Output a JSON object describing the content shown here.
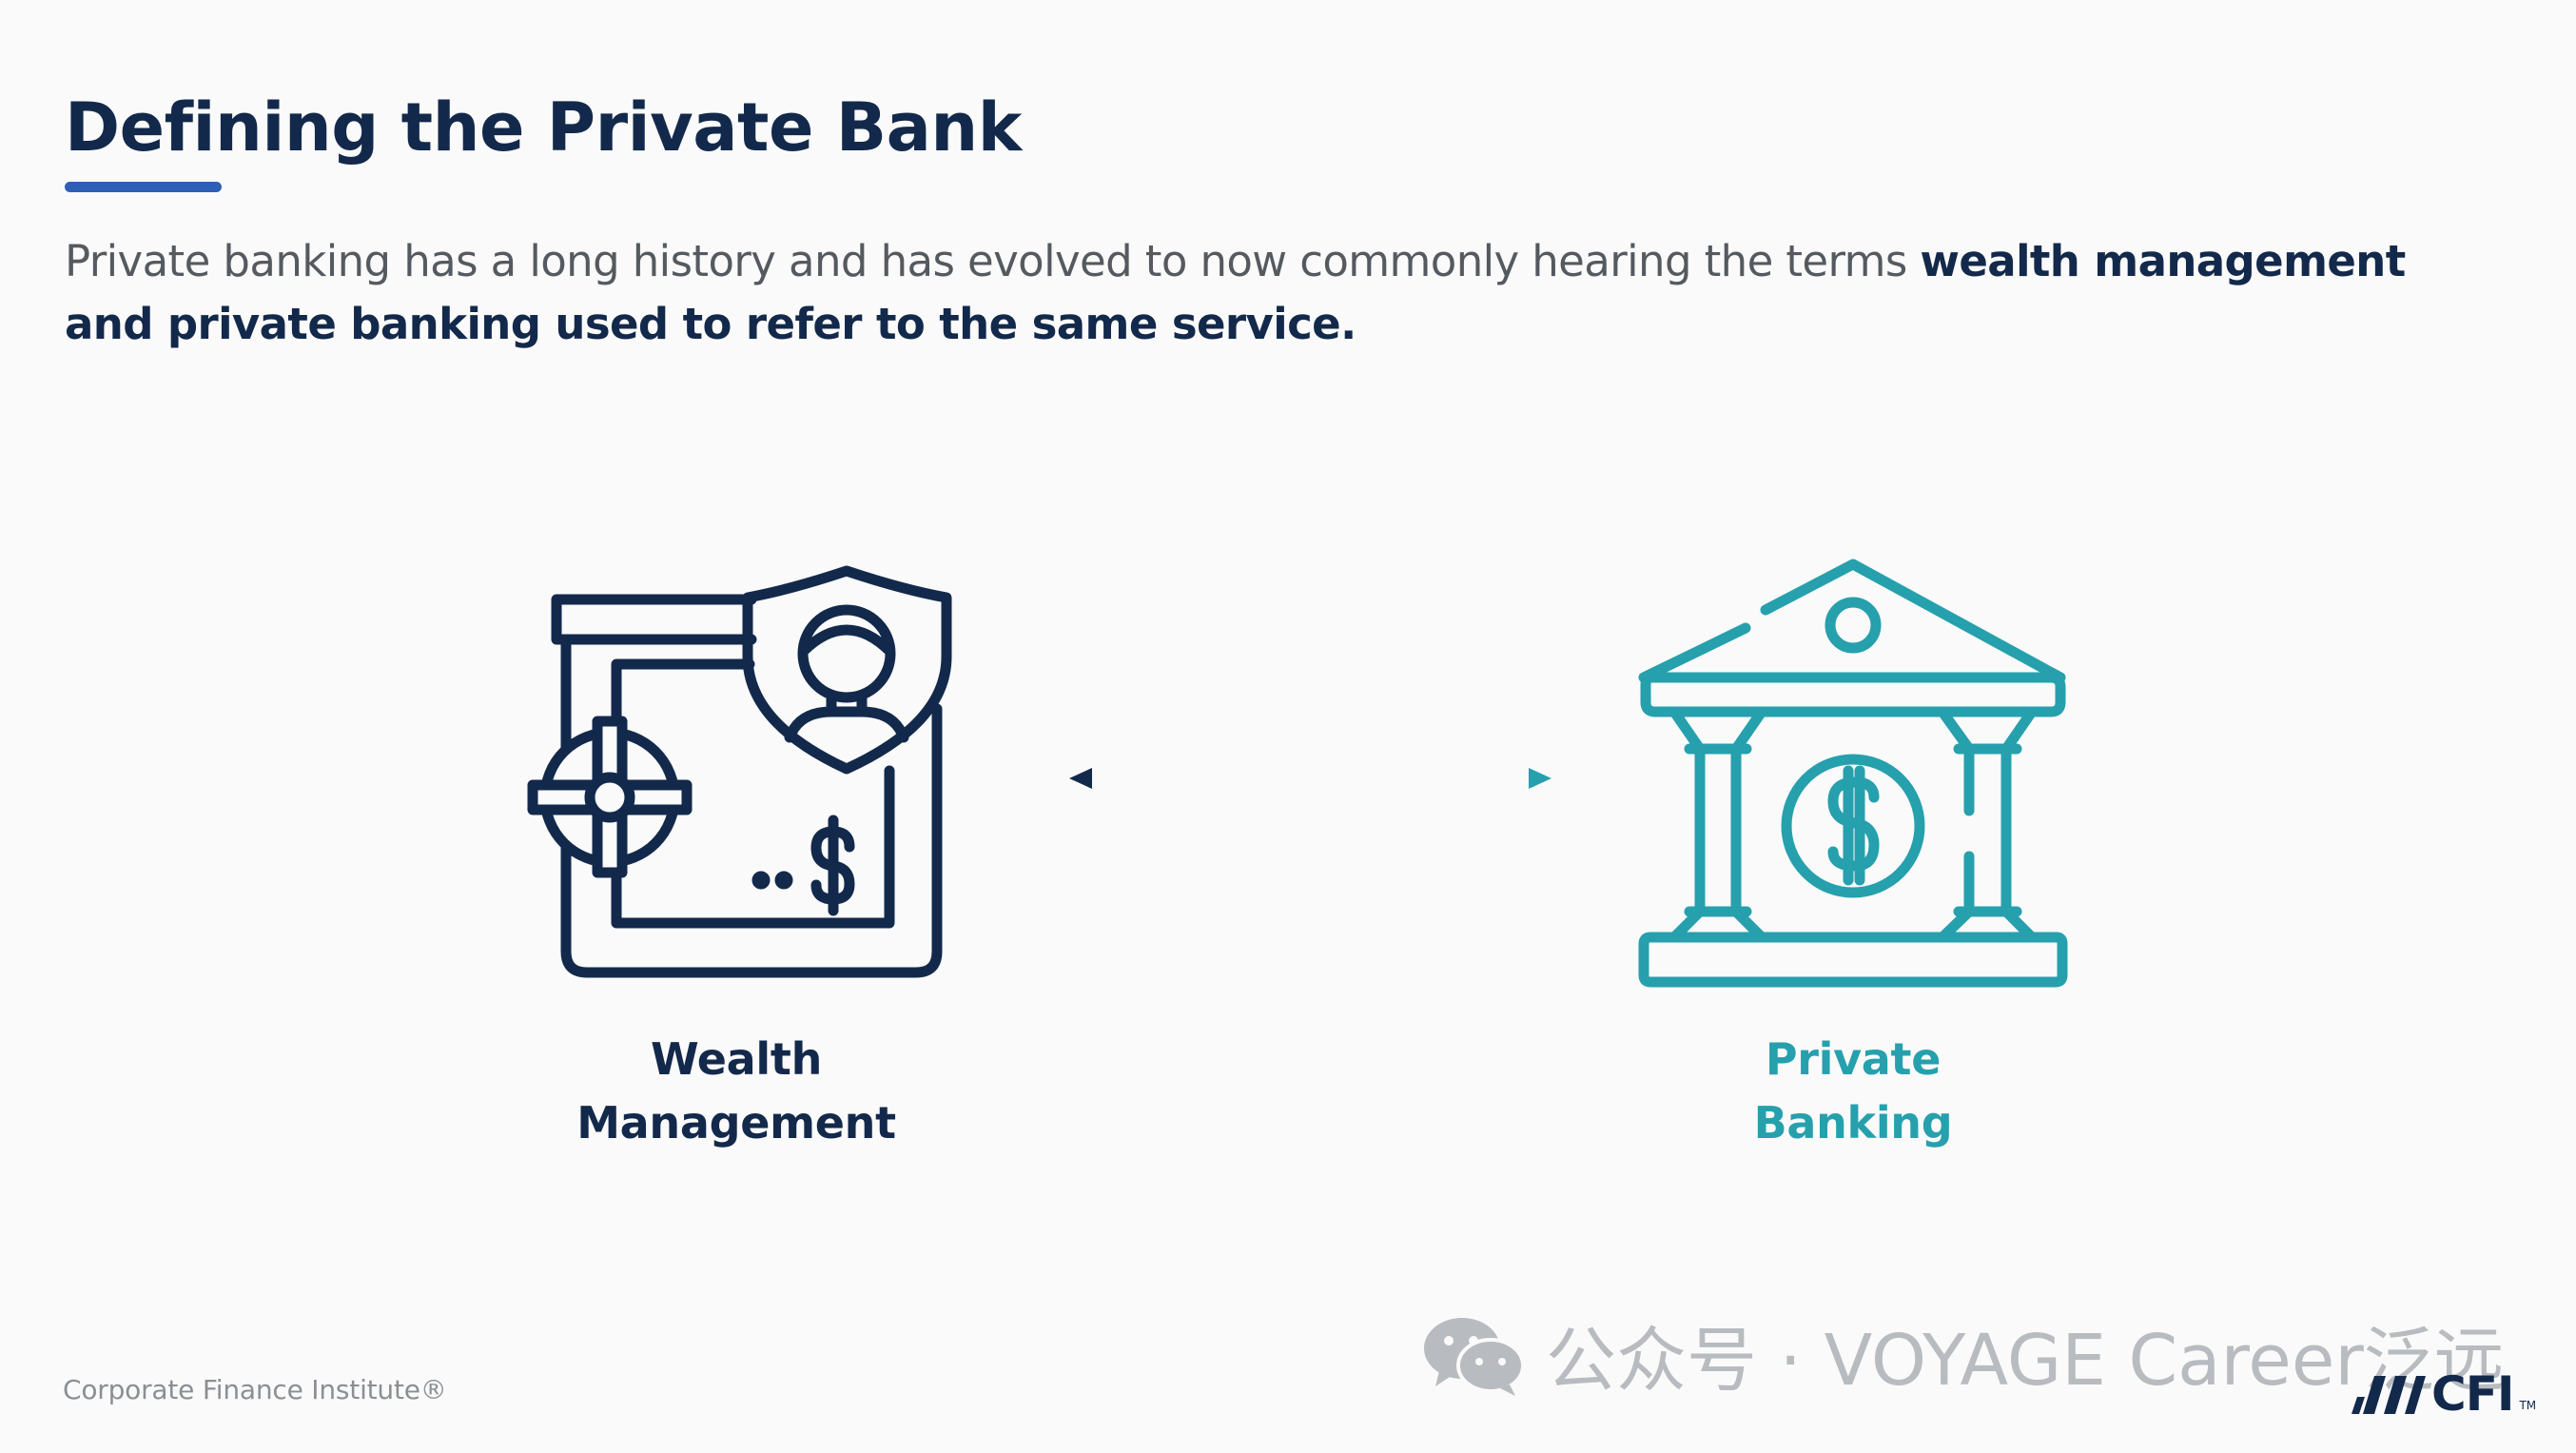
{
  "slide": {
    "title": "Defining the Private Bank",
    "intro_plain": "Private banking has a long history and has evolved to now commonly hearing the terms ",
    "intro_bold": "wealth management and private banking used to refer to the same service."
  },
  "items": [
    {
      "line1": "Wealth",
      "line2": "Management",
      "icon": "safe-shield-person-icon"
    },
    {
      "line1": "Private",
      "line2": "Banking",
      "icon": "bank-dollar-icon"
    }
  ],
  "colors": {
    "navy": "#13294b",
    "teal": "#26a0ad",
    "accent": "#2d5fb6"
  },
  "footer": {
    "text": "Corporate Finance Institute®"
  },
  "watermark": {
    "text": "公众号 · VOYAGE Career泛远",
    "icon": "wechat-icon"
  },
  "logo": {
    "text": "CFI",
    "tm": "TM"
  }
}
